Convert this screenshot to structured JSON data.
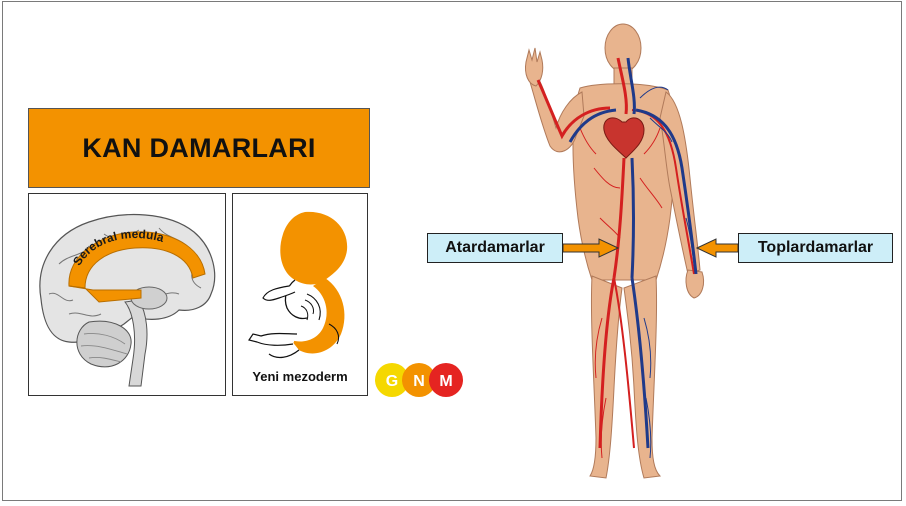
{
  "title": "KAN DAMARLARI",
  "brain": {
    "label": "Serebral medula"
  },
  "embryo": {
    "caption": "Yeni mezoderm"
  },
  "logo": {
    "letters": [
      "G",
      "N",
      "M"
    ],
    "colors": [
      "#f5d800",
      "#f39200",
      "#e52421"
    ]
  },
  "callouts": {
    "left": "Atardamarlar",
    "right": "Toplardamarlar"
  },
  "colors": {
    "accent": "#f39200",
    "callout_bg": "#cdeef8",
    "artery": "#d42020",
    "vein": "#1f3a8a"
  }
}
